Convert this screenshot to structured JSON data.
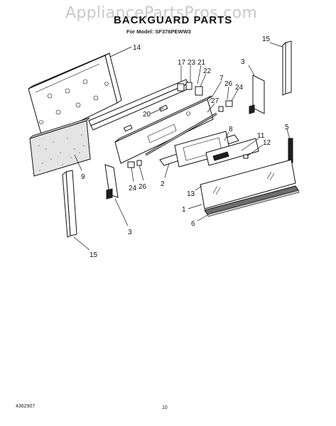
{
  "header": {
    "watermark": "AppliancePartsPros.com",
    "title": "BACKGUARD PARTS",
    "model_line": "For Model: SF376PEWW3"
  },
  "footer": {
    "doc_number": "4362907",
    "page_number": "10"
  },
  "callouts": [
    "14",
    "17",
    "23",
    "21",
    "22",
    "7",
    "26",
    "24",
    "27",
    "20",
    "3",
    "15",
    "8",
    "11",
    "12",
    "5",
    "9",
    "24",
    "26",
    "2",
    "13",
    "1",
    "6",
    "3",
    "15"
  ]
}
